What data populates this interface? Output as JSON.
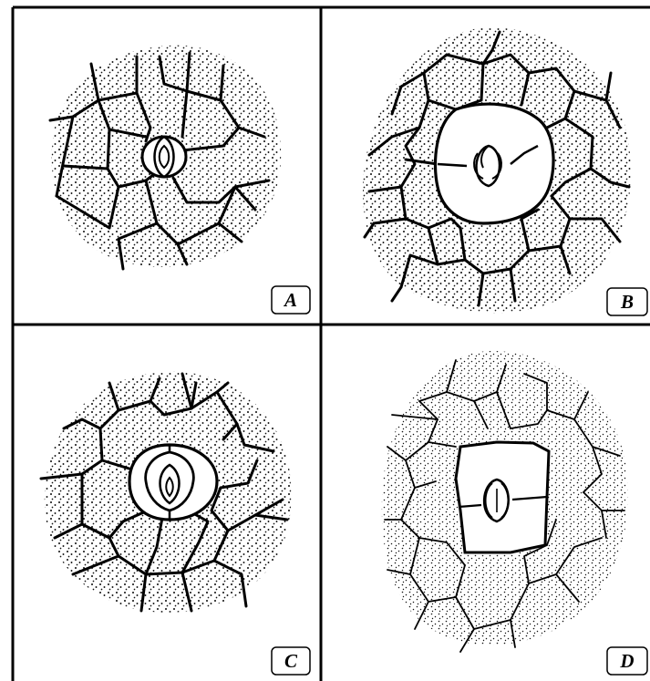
{
  "panels": [
    {
      "id": "A",
      "label": "A"
    },
    {
      "id": "B",
      "label": "B"
    },
    {
      "id": "C",
      "label": "C"
    },
    {
      "id": "D",
      "label": "D"
    }
  ],
  "colors": {
    "line": "#000000",
    "background": "#ffffff",
    "stipple": "#111111"
  }
}
